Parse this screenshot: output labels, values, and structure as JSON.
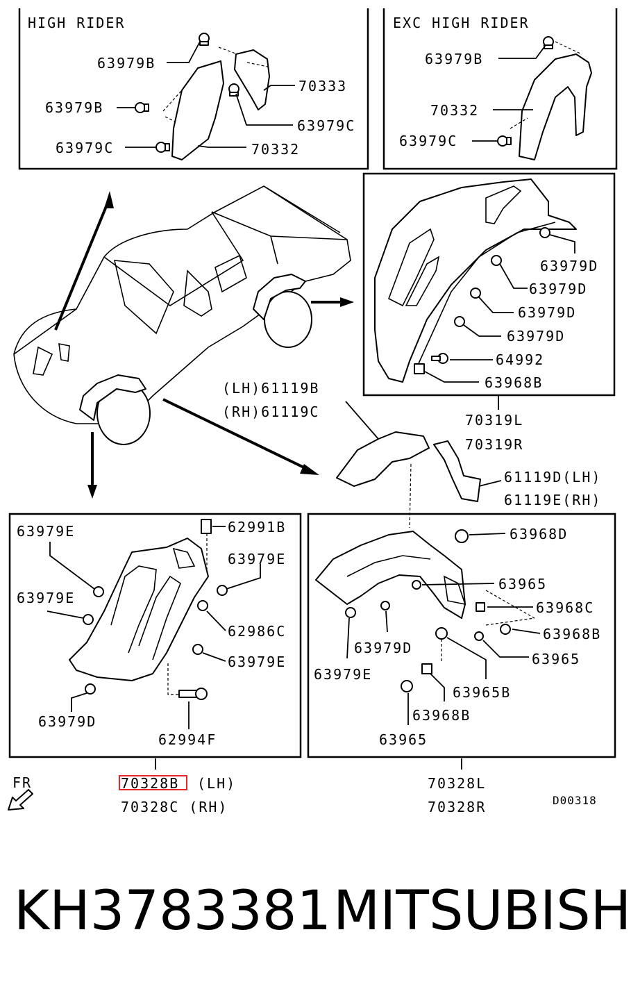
{
  "sections": {
    "high_rider": "HIGH RIDER",
    "exc_high_rider": "EXC HIGH RIDER"
  },
  "high_rider_labels": {
    "p1": "63979B",
    "p2": "70333",
    "p3": "63979B",
    "p4": "63979C",
    "p5": "63979C",
    "p6": "70332"
  },
  "exc_labels": {
    "p1": "63979B",
    "p2": "70332",
    "p3": "63979C"
  },
  "rear_liner": {
    "parts": [
      "63979D",
      "63979D",
      "63979D",
      "63979D",
      "64992",
      "63968B"
    ],
    "assembly": [
      "70319L",
      "70319R"
    ]
  },
  "mudflap": {
    "lh": "(LH)61119B",
    "rh": "(RH)61119C",
    "d": "61119D(LH)",
    "e": "61119E(RH)"
  },
  "front_left": {
    "parts": [
      "63979E",
      "62991B",
      "63979E",
      "63979E",
      "62986C",
      "63979E",
      "63979D",
      "62994F"
    ],
    "assembly_lh": "70328B",
    "lh_suffix": "(LH)",
    "assembly_rh": "70328C (RH)"
  },
  "front_right": {
    "parts": [
      "63968D",
      "63965",
      "63968C",
      "63968B",
      "63979D",
      "63965",
      "63979E",
      "63965B",
      "63968B",
      "63965"
    ],
    "assembly": [
      "70328L",
      "70328R"
    ]
  },
  "fr_label": "FR",
  "diagram_code": "D00318",
  "footer": {
    "part_number": "KH3783381",
    "brand": "MITSUBISHI"
  },
  "highlight_color": "#e8262a"
}
